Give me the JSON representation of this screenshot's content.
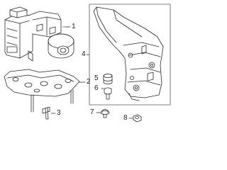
{
  "colors": {
    "line": "#2a2a2a",
    "box": "#555555",
    "background": "#ffffff"
  },
  "callouts": [
    {
      "id": "1",
      "label": "1",
      "part": "abs-modulator-assembly"
    },
    {
      "id": "2",
      "label": "2",
      "part": "mounting-plate"
    },
    {
      "id": "3",
      "label": "3",
      "part": "mounting-bolt"
    },
    {
      "id": "4",
      "label": "4",
      "part": "bracket-assembly"
    },
    {
      "id": "5",
      "label": "5",
      "part": "grommet"
    },
    {
      "id": "6",
      "label": "6",
      "part": "collar-bolt"
    },
    {
      "id": "7",
      "label": "7",
      "part": "flange-bolt"
    },
    {
      "id": "8",
      "label": "8",
      "part": "nut"
    }
  ]
}
